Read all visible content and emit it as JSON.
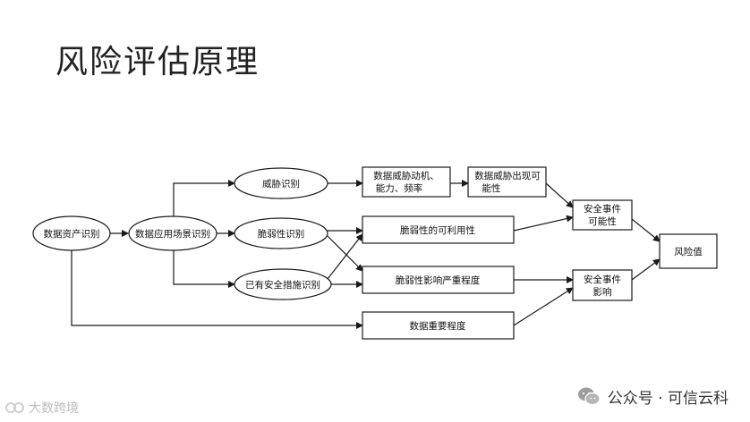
{
  "title": "风险评估原理",
  "nodes": {
    "asset": "数据资产识别",
    "scenario": "数据应用场景识别",
    "threat": "威胁识别",
    "vuln": "脆弱性识别",
    "measure": "已有安全措施识别",
    "threat_detail_1": "数据威胁动机、",
    "threat_detail_2": "能力、频率",
    "threat_likelihood_1": "数据威胁出现可",
    "threat_likelihood_2": "能性",
    "vuln_exploit": "脆弱性的可利用性",
    "vuln_impact": "脆弱性影响严重程度",
    "data_importance": "数据重要程度",
    "event_likelihood_1": "安全事件",
    "event_likelihood_2": "可能性",
    "event_impact_1": "安全事件",
    "event_impact_2": "影响",
    "risk": "风险值"
  },
  "watermark": "大数跨境",
  "badge": "公众号 · 可信云科",
  "colors": {
    "line": "#1a1a1a",
    "text": "#111111",
    "badge_icon": "#9e9e9e"
  }
}
